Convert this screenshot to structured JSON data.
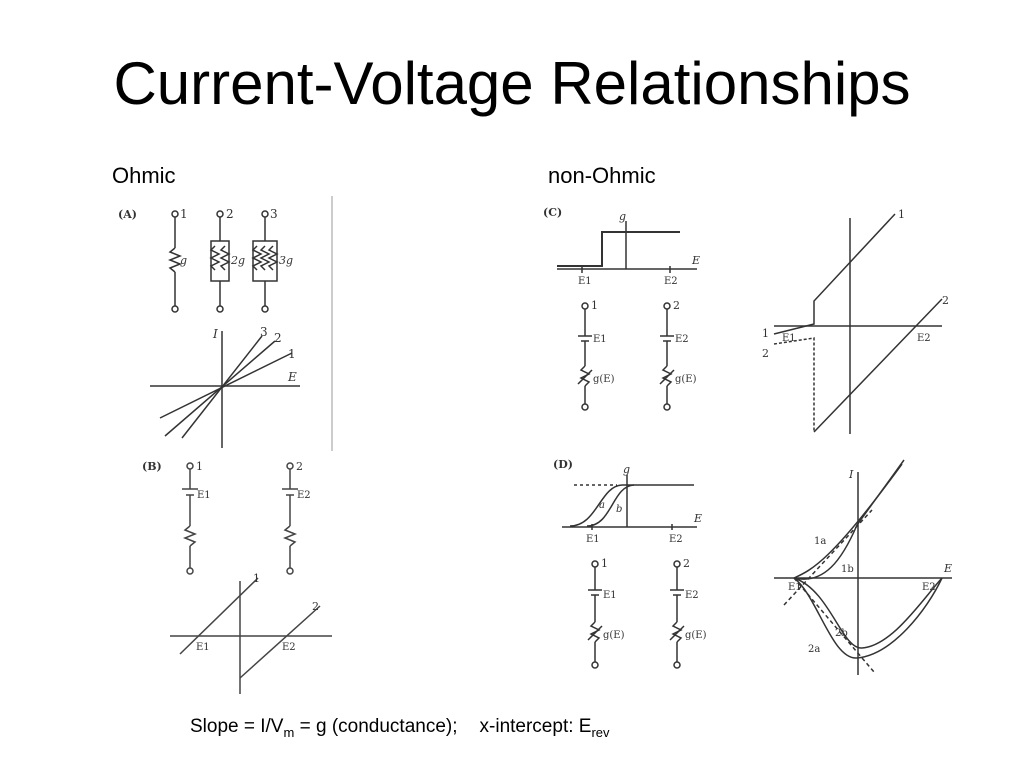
{
  "slide": {
    "title": "Current-Voltage Relationships",
    "ohmic_label": "Ohmic",
    "non_ohmic_label": "non-Ohmic"
  },
  "caption": {
    "slope_prefix": "Slope = I/V",
    "slope_sub": "m",
    "slope_suffix": " = g (conductance);",
    "intercept_prefix": "x-intercept: E",
    "intercept_sub": "rev"
  },
  "panels": {
    "A": {
      "tag": "(A)",
      "channels": [
        "1",
        "2",
        "3"
      ],
      "conductances": [
        "g",
        "2g",
        "3g"
      ],
      "axis_i": "I",
      "axis_e": "E",
      "line_labels": [
        "1",
        "2",
        "3"
      ]
    },
    "B": {
      "tag": "(B)",
      "channels": [
        "1",
        "2"
      ],
      "batteries": [
        "E1",
        "E2"
      ],
      "intercepts": [
        "E1",
        "E2"
      ],
      "line_labels": [
        "1",
        "2"
      ]
    },
    "C": {
      "tag": "(C)",
      "g_label": "g",
      "e_label": "E",
      "e1": "E1",
      "e2": "E2",
      "channels": [
        "1",
        "2"
      ],
      "batteries": [
        "E1",
        "E2"
      ],
      "gE": "g(E)",
      "line_labels": [
        "1",
        "2"
      ]
    },
    "D": {
      "tag": "(D)",
      "g_label": "g",
      "e_label": "E",
      "curve_labels": [
        "a",
        "b"
      ],
      "e1": "E1",
      "e2": "E2",
      "channels": [
        "1",
        "2"
      ],
      "batteries": [
        "E1",
        "E2"
      ],
      "gE": "g(E)",
      "i_label": "I",
      "curve_iv_labels": [
        "1a",
        "1b",
        "2b",
        "2a"
      ]
    }
  }
}
